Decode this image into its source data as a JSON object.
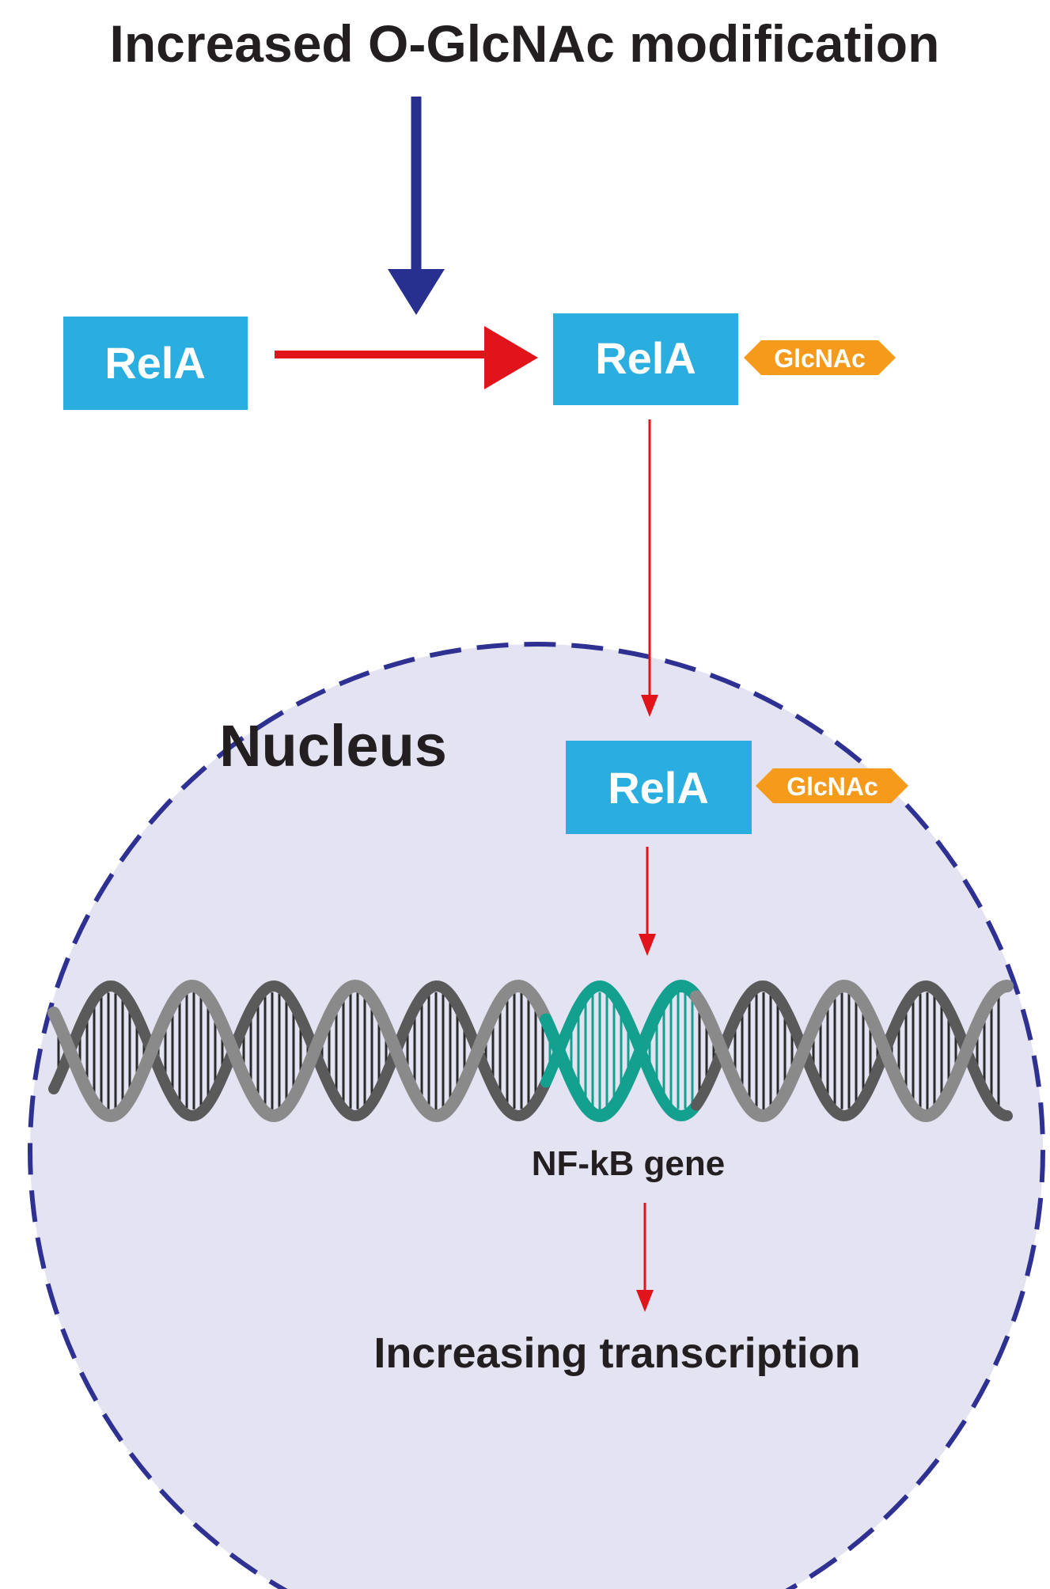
{
  "title": "Increased O-GlcNAc modification",
  "nodes": {
    "rela_unmodified": "RelA",
    "rela_modified": "RelA",
    "rela_nuclear": "RelA"
  },
  "tags": {
    "glcnac_cytoplasm": "GlcNAc",
    "glcnac_nucleus": "GlcNAc"
  },
  "nucleus_label": "Nucleus",
  "gene_label": "NF-kB gene",
  "outcome_label": "Increasing transcription",
  "colors": {
    "rela_box": "#2aaee0",
    "glcnac_tag": "#f59a1b",
    "nucleus_fill": "#e3e3f2",
    "nucleus_border": "#2e3192",
    "modification_arrow": "#28308f",
    "flow_arrow": "#e1141c",
    "gene_highlight": "#14a08f",
    "dna_strand": "#8a8a8a",
    "text": "#231f20"
  }
}
